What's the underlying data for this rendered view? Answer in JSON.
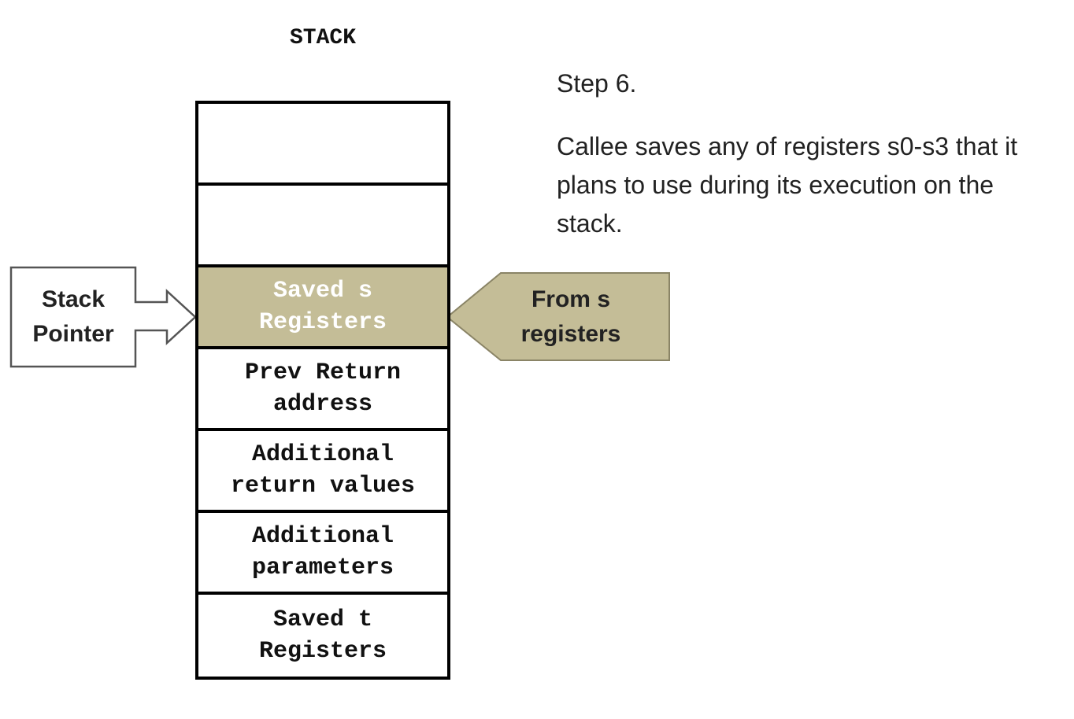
{
  "stack": {
    "title": "STACK",
    "cells": [
      {
        "label": ""
      },
      {
        "label": ""
      },
      {
        "label": "Saved s\nRegisters"
      },
      {
        "label": "Prev Return\naddress"
      },
      {
        "label": "Additional\nreturn values"
      },
      {
        "label": "Additional\nparameters"
      },
      {
        "label": "Saved t\nRegisters"
      }
    ],
    "highlight_color": "#c4bd97"
  },
  "step": {
    "title": "Step 6.",
    "description": "Callee saves any of registers s0-s3 that it plans to use during its execution on the stack."
  },
  "stack_pointer": {
    "label": "Stack\nPointer"
  },
  "from_callout": {
    "label": "From s\nregisters",
    "fill_color": "#c4bd97"
  }
}
